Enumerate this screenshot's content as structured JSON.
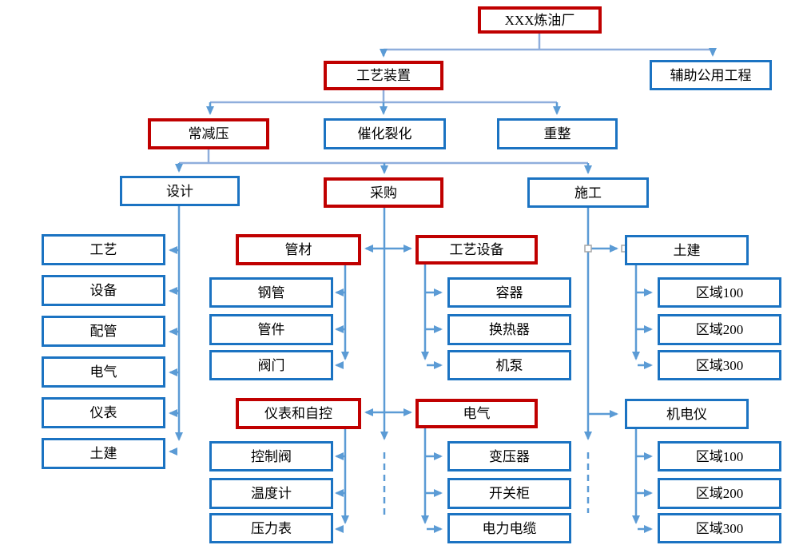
{
  "tree": {
    "root": "XXX炼油厂",
    "branches": [
      "工艺装置",
      "辅助公用工程"
    ],
    "units": [
      "常减压",
      "催化裂化",
      "重整"
    ],
    "phases": [
      "设计",
      "采购",
      "施工"
    ],
    "design_children": [
      "工艺",
      "设备",
      "配管",
      "电气",
      "仪表",
      "土建"
    ],
    "procurement_groups": [
      {
        "label": "管材",
        "children": [
          "钢管",
          "管件",
          "阀门"
        ]
      },
      {
        "label": "工艺设备",
        "children": [
          "容器",
          "换热器",
          "机泵"
        ]
      },
      {
        "label": "仪表和自控",
        "children": [
          "控制阀",
          "温度计",
          "压力表"
        ]
      },
      {
        "label": "电气",
        "children": [
          "变压器",
          "开关柜",
          "电力电缆"
        ]
      }
    ],
    "construction_groups": [
      {
        "label": "土建",
        "children": [
          "区域100",
          "区域200",
          "区域300"
        ]
      },
      {
        "label": "机电仪",
        "children": [
          "区域100",
          "区域200",
          "区域300"
        ]
      }
    ]
  },
  "colors": {
    "emphasis": "#C00000",
    "box": "#1B73C2",
    "connector": "#5B9BD5",
    "connector-light": "#8FAEDC",
    "handle-border": "#A6A6A6",
    "text": "#000000",
    "background": "#FFFFFF"
  }
}
